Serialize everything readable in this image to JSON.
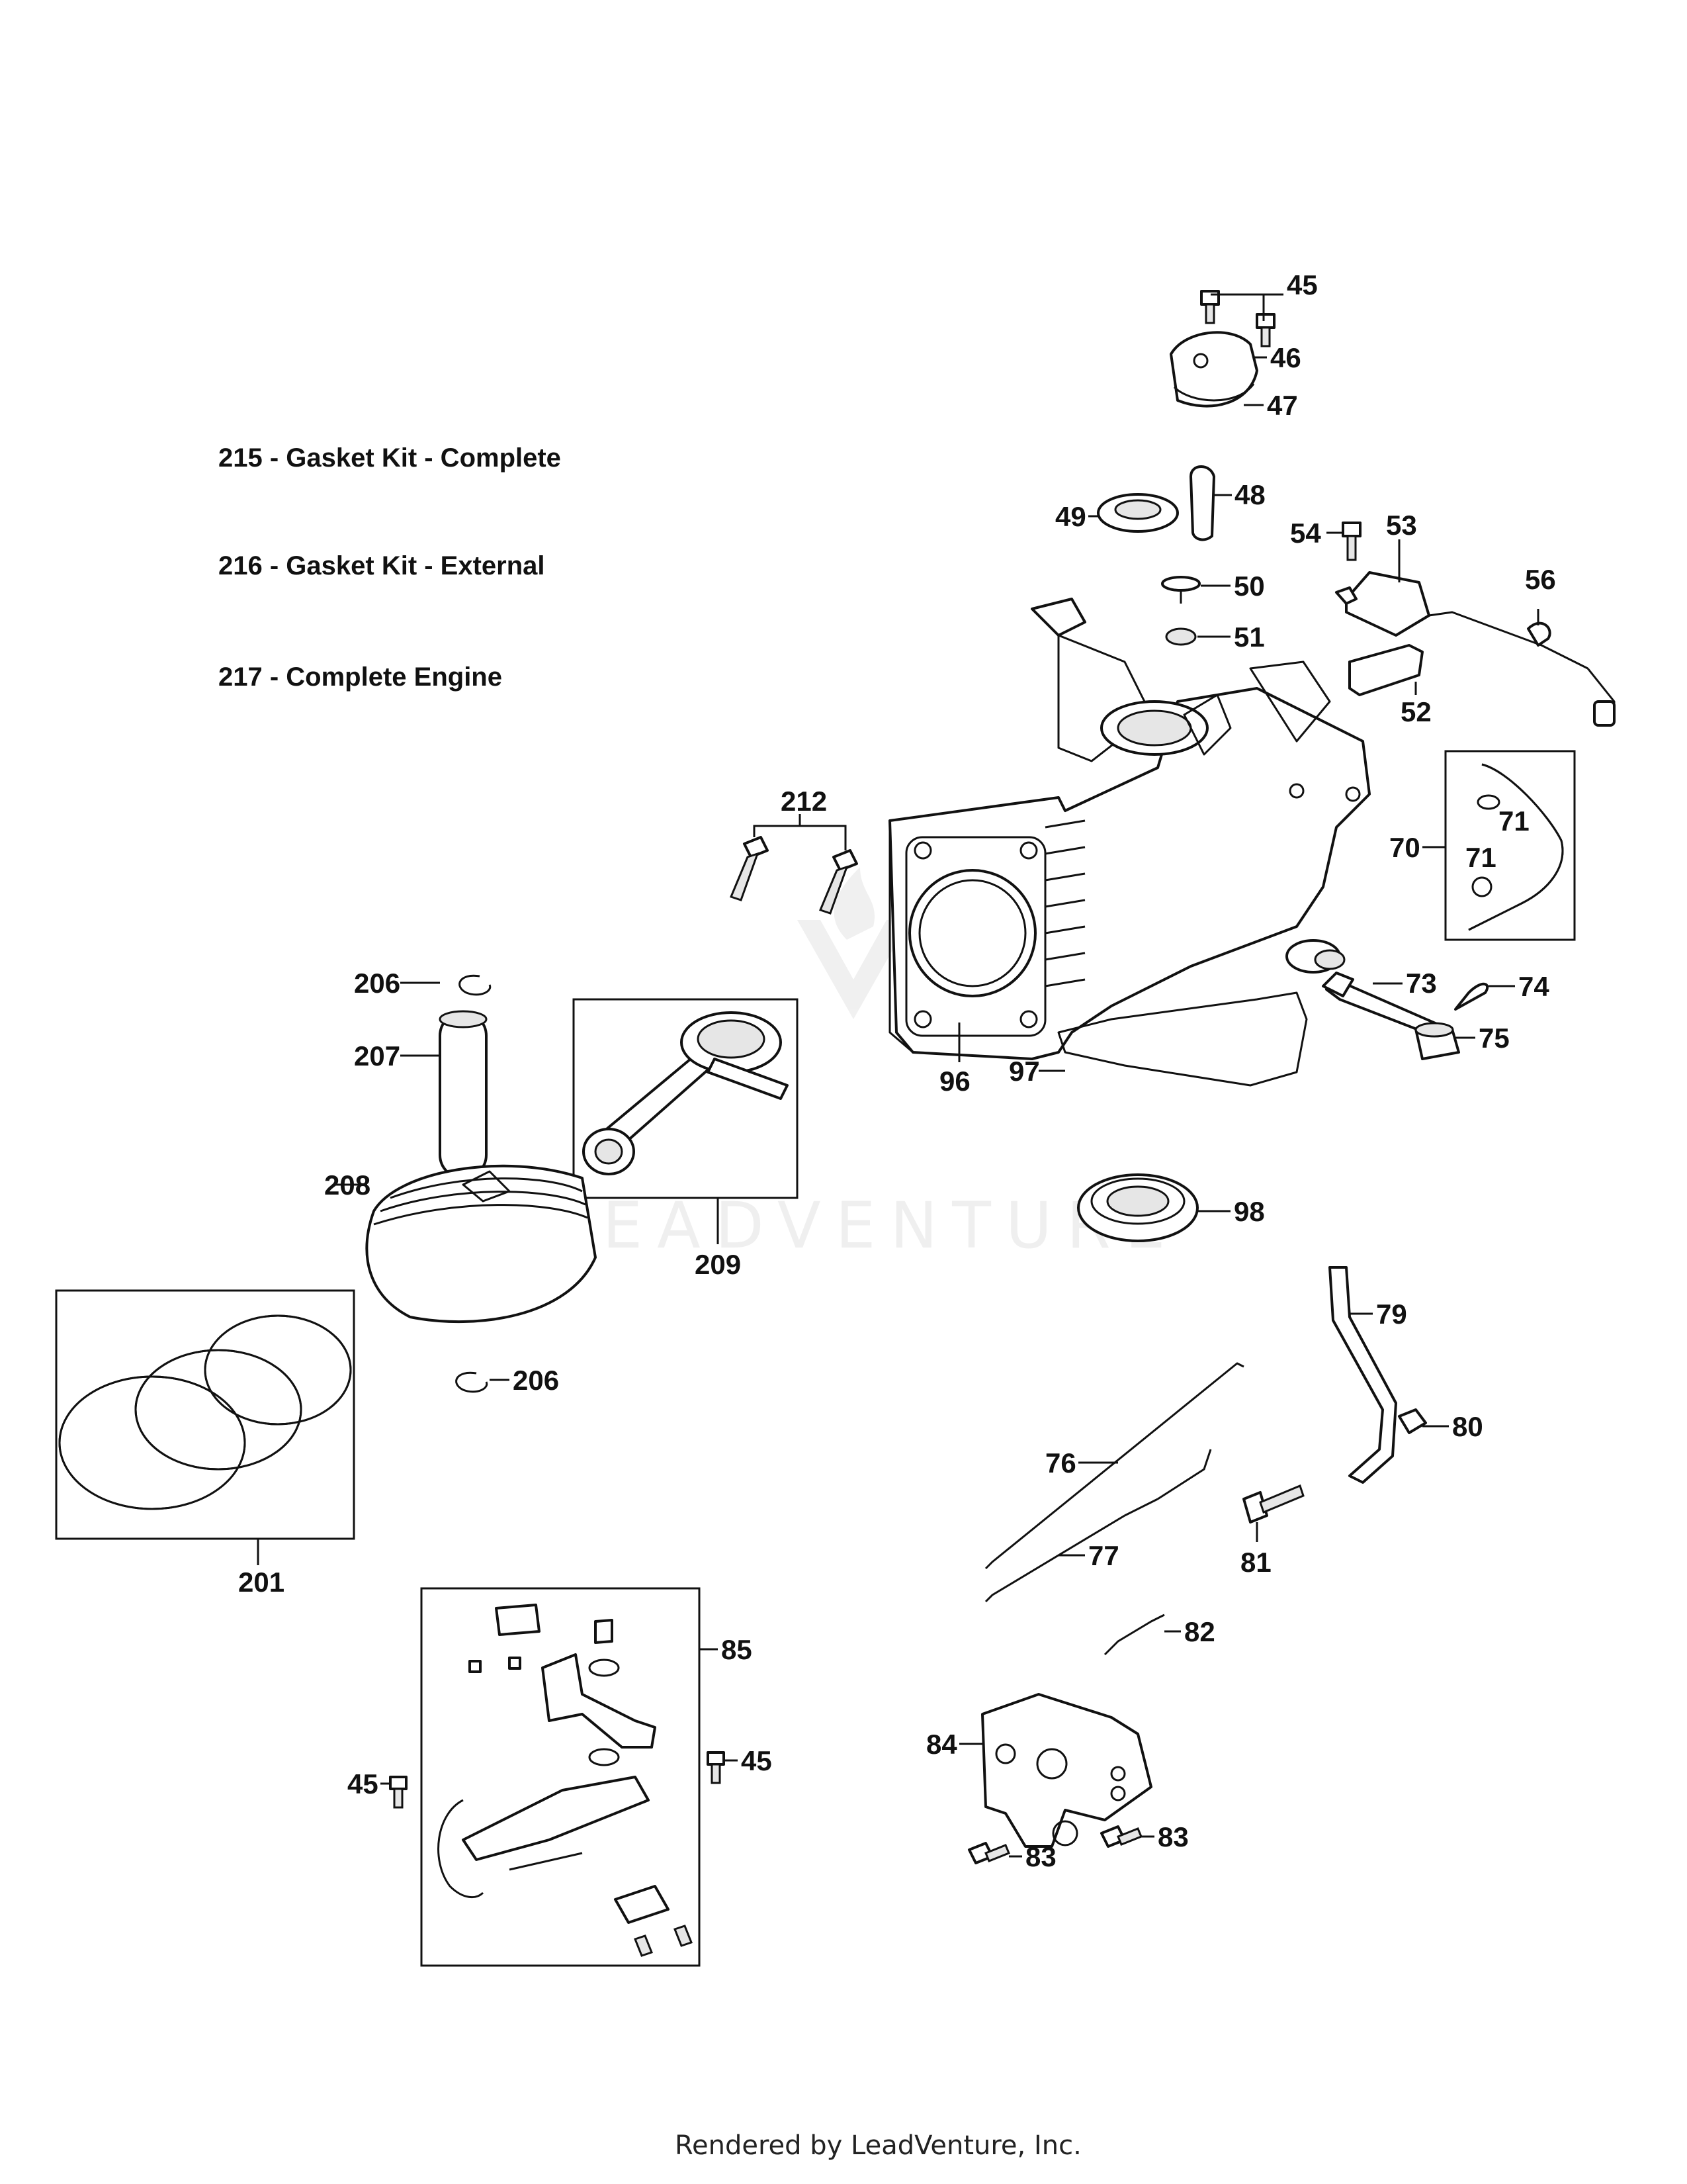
{
  "kits": [
    {
      "text": "215 - Gasket Kit - Complete"
    },
    {
      "text": "216 - Gasket Kit - External"
    },
    {
      "text": "217 - Complete Engine"
    }
  ],
  "callouts": {
    "c45a": "45",
    "c46": "46",
    "c47": "47",
    "c48": "48",
    "c49": "49",
    "c50": "50",
    "c51": "51",
    "c52": "52",
    "c53": "53",
    "c54": "54",
    "c56": "56",
    "c70": "70",
    "c71a": "71",
    "c71b": "71",
    "c73": "73",
    "c74": "74",
    "c75": "75",
    "c96": "96",
    "c97": "97",
    "c98": "98",
    "c212": "212",
    "c206a": "206",
    "c207": "207",
    "c208": "208",
    "c209": "209",
    "c206b": "206",
    "c201": "201",
    "c79": "79",
    "c80": "80",
    "c76": "76",
    "c77": "77",
    "c81": "81",
    "c82": "82",
    "c85": "85",
    "c45b": "45",
    "c45c": "45",
    "c84": "84",
    "c83a": "83",
    "c83b": "83"
  },
  "watermark": "LEADVENTURE",
  "footer": "Rendered by LeadVenture, Inc."
}
